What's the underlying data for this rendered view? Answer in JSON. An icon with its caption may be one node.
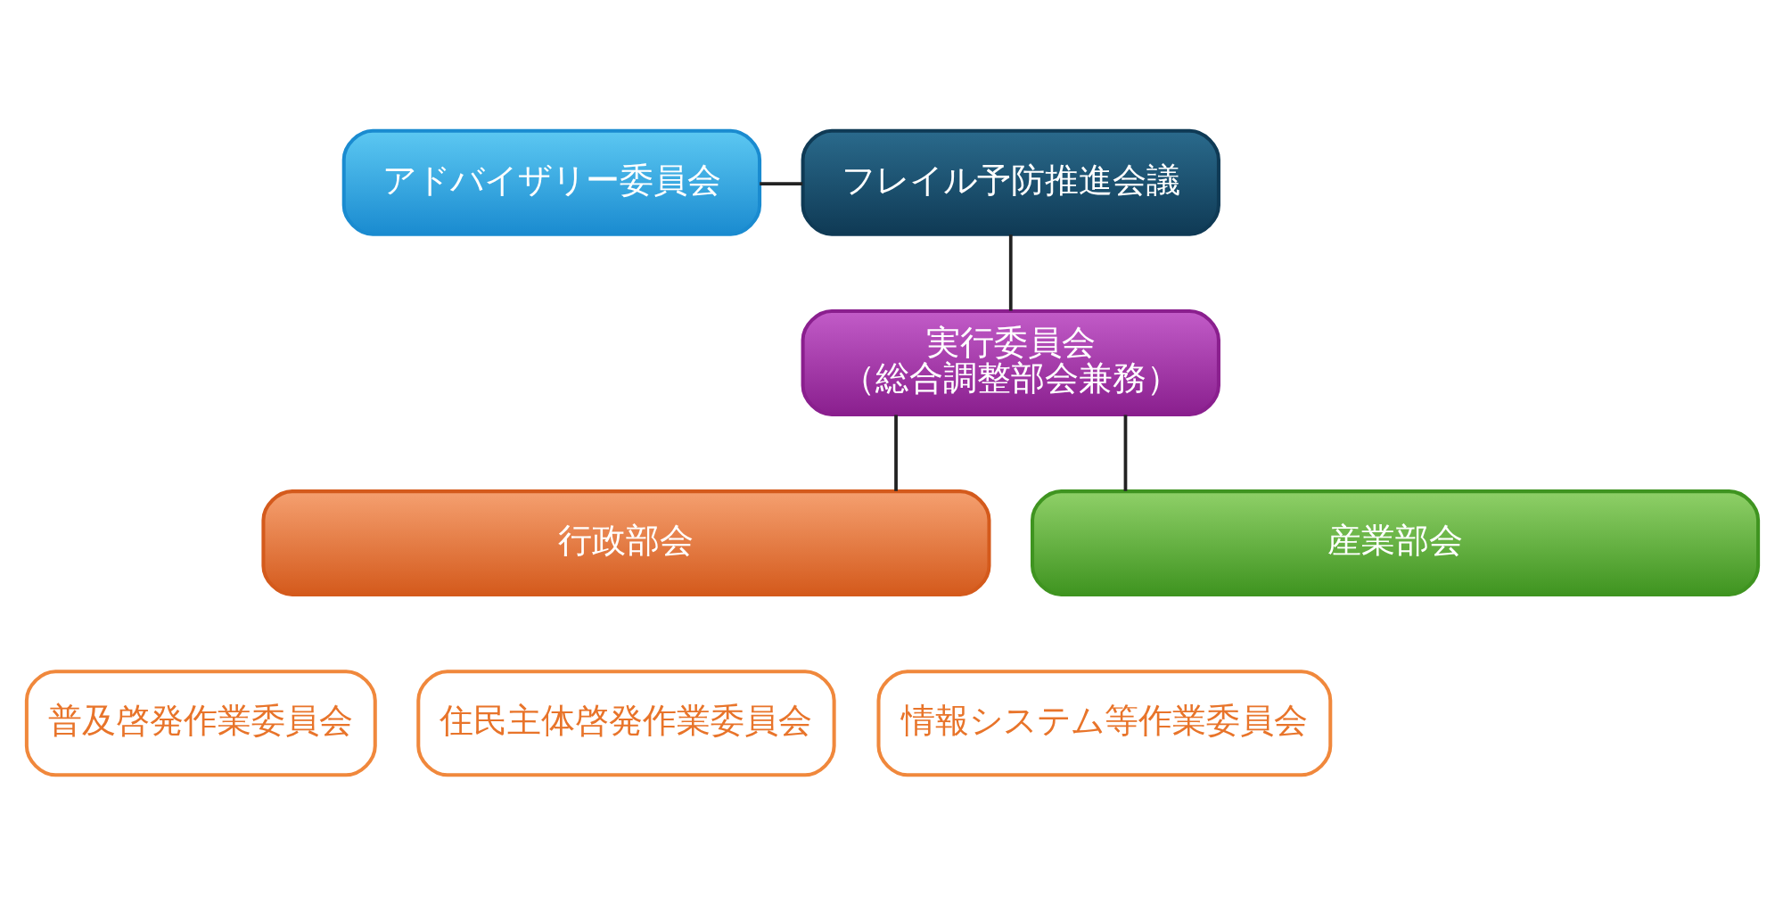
{
  "diagram": {
    "nodes": [
      {
        "text": [
          "アドバイザリー委員会"
        ]
      },
      {
        "text": [
          "フレイル予防推進会議"
        ]
      },
      {
        "text": [
          "実行委員会",
          "（総合調整部会兼務）"
        ]
      },
      {
        "text": [
          "行政部会"
        ]
      },
      {
        "text": [
          "産業部会"
        ]
      },
      {
        "text": [
          "普及啓発作業委員会"
        ]
      },
      {
        "text": [
          "住民主体啓発作業委員会"
        ]
      },
      {
        "text": [
          "情報システム等作業委員会"
        ]
      }
    ],
    "edges": [
      {
        "from": 0,
        "to": 1,
        "arrow": "none"
      },
      {
        "from": 1,
        "to": 2,
        "arrow": "none"
      },
      {
        "from": 2,
        "to": 3,
        "arrow": "none"
      },
      {
        "from": 2,
        "to": 4,
        "arrow": "none"
      }
    ]
  }
}
